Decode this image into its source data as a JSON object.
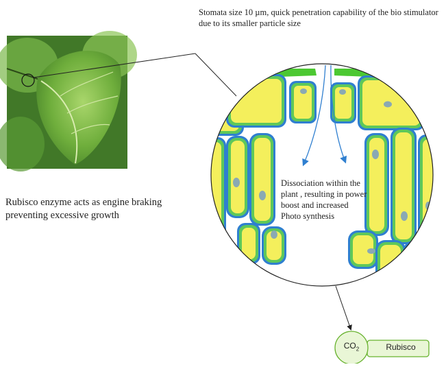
{
  "labels": {
    "stomata_note": "Stomata size 10 µm, quick penetration capability of the bio stimulator due to its smaller particle size",
    "rubisco_note": "Rubisco enzyme acts as engine braking preventing excessive growth",
    "dissociation_note": "Dissociation within the plant , resulting in power boost and increased Photo synthesis",
    "co2_main": "CO",
    "co2_sub": "2",
    "rubisco_box": "Rubisco"
  },
  "colors": {
    "cell_wall": "#2f7fd0",
    "cell_band": "#5ec85a",
    "cell_fill": "#f4ef5c",
    "nucleus": "#8aa9b3",
    "surface": "#4cc832"
  }
}
